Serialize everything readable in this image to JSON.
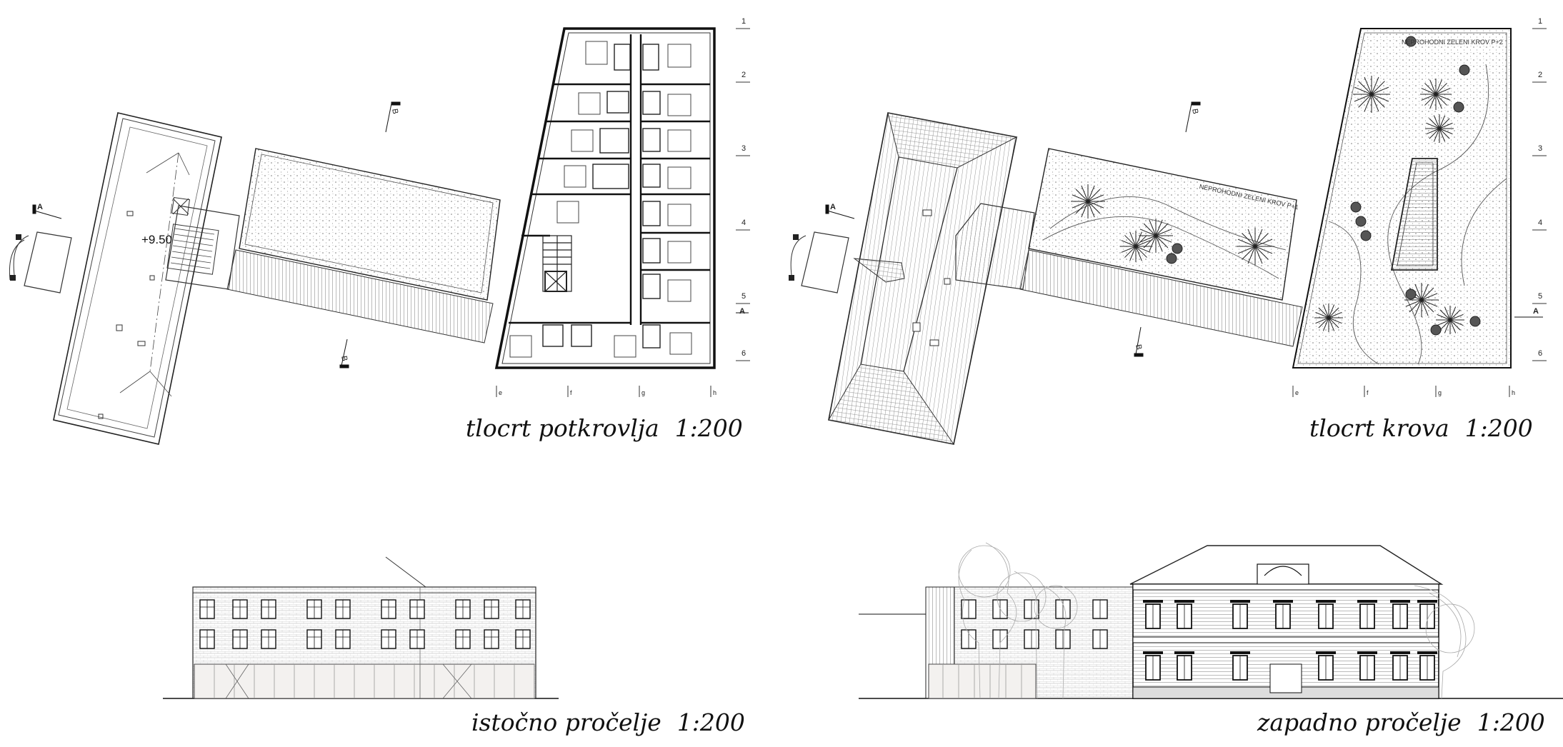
{
  "captions": {
    "attic_plan": {
      "name": "tlocrt potkrovlja",
      "scale": "1:200"
    },
    "roof_plan": {
      "name": "tlocrt krova",
      "scale": "1:200"
    },
    "east_elevation": {
      "name": "istočno pročelje",
      "scale": "1:200"
    },
    "west_elevation": {
      "name": "zapadno pročelje",
      "scale": "1:200"
    }
  },
  "level_mark": "+9.50",
  "row_axes": [
    "1",
    "2",
    "3",
    "4",
    "5",
    "6"
  ],
  "col_axes": [
    "e",
    "f",
    "g",
    "h"
  ],
  "section_marks": {
    "a": "A",
    "b": "B"
  },
  "roof_notes": {
    "green_roof_1": "NEPROHODNI ZELENI KROV P+1",
    "green_roof_2": "NEPROHODNI ZELENI KROV P+2"
  }
}
